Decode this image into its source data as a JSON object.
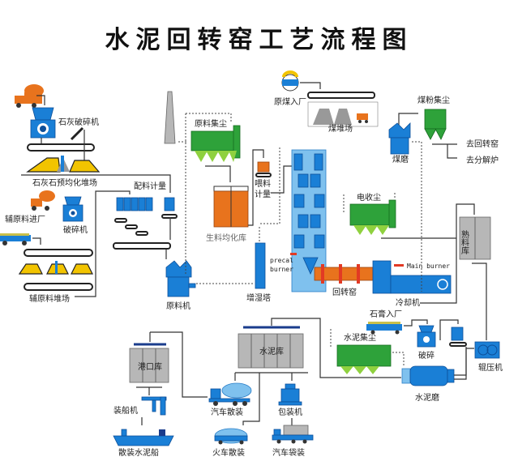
{
  "title": "水泥回转窑工艺流程图",
  "labels": {
    "limestone_crusher": "石灰破碎机",
    "limestone_prehomo_yard": "石灰石预均化堆场",
    "batching_metering": "配料计量",
    "aux_material_in": "辅原料进厂",
    "crusher": "破碎机",
    "aux_material_yard": "辅原料堆场",
    "raw_mill": "原料机",
    "raw_dust_collector": "原料集尘",
    "feed_metering_1": "喂料",
    "feed_metering_2": "计量",
    "raw_homo_silo": "生料均化库",
    "conditioning_tower": "增湿塔",
    "precal_burner_1": "precal",
    "precal_burner_2": "burner",
    "raw_coal_in": "原煤入厂",
    "coal_yard": "煤堆场",
    "coal_dust_collector": "煤粉集尘",
    "coal_mill": "煤磨",
    "to_rotary_kiln": "去回转窑",
    "to_calciner": "去分解炉",
    "esp": "电收尘",
    "clinker_silo": "熟料库",
    "main_burner": "Main burner",
    "rotary_kiln": "回转窑",
    "cooler": "冷却机",
    "gypsum_in": "石膏入厂",
    "crushing": "破碎",
    "cement_dust_collector": "水泥集尘",
    "roller_press": "辊压机",
    "cement_mill": "水泥磨",
    "cement_silo": "水泥库",
    "port_silo": "港口库",
    "ship_loader": "装船机",
    "bulk_cement_ship": "散装水泥船",
    "truck_bulk": "汽车散装",
    "train_bulk": "火车散装",
    "packer": "包装机",
    "truck_bagged": "汽车袋装"
  }
}
